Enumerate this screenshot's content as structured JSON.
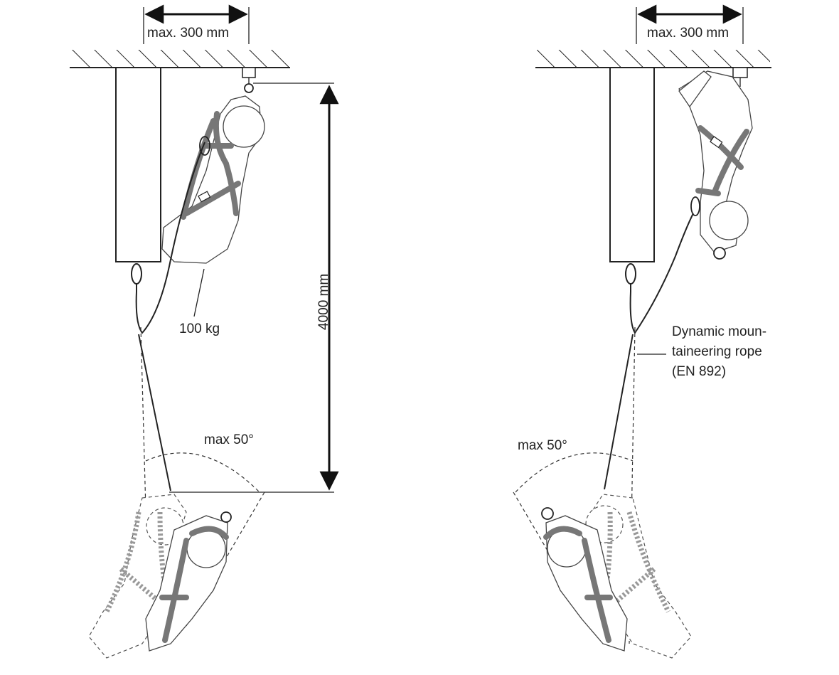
{
  "labels": {
    "left_width": "max. 300 mm",
    "right_width": "max. 300 mm",
    "drop_height": "4000 mm",
    "mass": "100 kg",
    "left_angle": "max 50°",
    "right_angle": "max 50°",
    "rope_line1": "Dynamic moun-",
    "rope_line2": "taineering rope",
    "rope_line3": "(EN 892)"
  }
}
